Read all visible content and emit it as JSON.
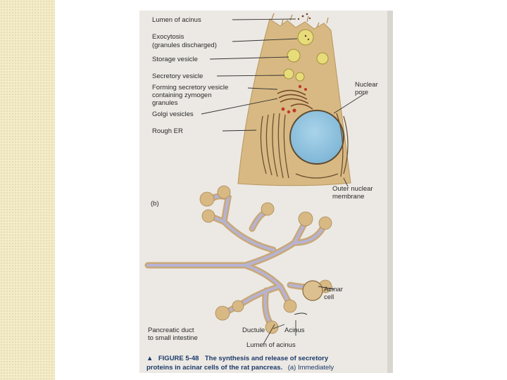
{
  "labels": {
    "lumen_top": "Lumen of acinus",
    "exocytosis_1": "Exocytosis",
    "exocytosis_2": "(granules discharged)",
    "storage_vesicle": "Storage vesicle",
    "secretory_vesicle": "Secretory vesicle",
    "forming_1": "Forming secretory vesicle",
    "forming_2": "containing zymogen",
    "forming_3": "granules",
    "golgi": "Golgi vesicles",
    "rough_er": "Rough ER",
    "nuclear_pore_1": "Nuclear",
    "nuclear_pore_2": "pore",
    "outer_membrane_1": "Outer nuclear",
    "outer_membrane_2": "membrane",
    "panel_b": "(b)",
    "acinar_cell_1": "Acinar",
    "acinar_cell_2": "cell",
    "pancreatic_duct_1": "Pancreatic duct",
    "pancreatic_duct_2": "to small intestine",
    "ductule": "Ductule",
    "acinus": "Acinus",
    "lumen_bottom": "Lumen of acinus"
  },
  "caption": {
    "marker": "▲",
    "figure": "FIGURE 5-48",
    "line1_rest": "The synthesis and release of secretory",
    "line2_bold": "proteins in acinar cells of the rat pancreas.",
    "line2_rest": "(a) Immediately"
  },
  "colors": {
    "cell": "#d8b983",
    "nucleus": "#8fc3df",
    "vesicle": "#e6dc7a",
    "duct": "#b7b3d3"
  }
}
